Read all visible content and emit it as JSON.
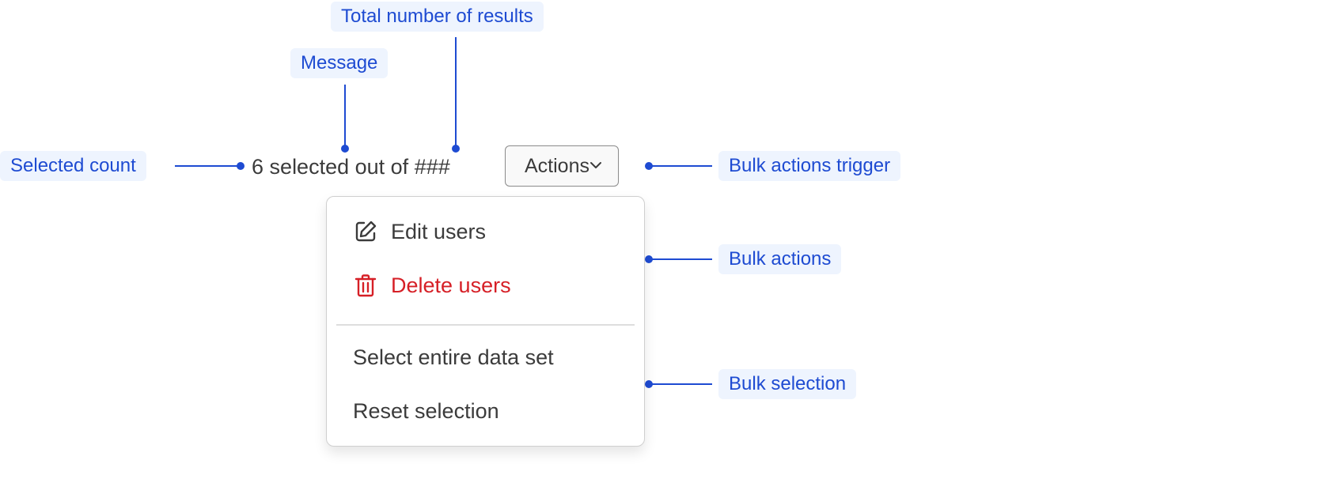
{
  "callouts": {
    "total_results": "Total number of results",
    "message": "Message",
    "selected_count": "Selected count",
    "bulk_actions_trigger": "Bulk actions trigger",
    "bulk_actions": "Bulk actions",
    "bulk_selection": "Bulk selection"
  },
  "summary": {
    "count": "6",
    "message": "selected out of",
    "total": "###"
  },
  "trigger": {
    "label": "Actions",
    "icon": "chevron-down-icon"
  },
  "menu": {
    "actions": [
      {
        "label": "Edit users",
        "icon": "edit-icon"
      },
      {
        "label": "Delete users",
        "icon": "trash-icon",
        "color": "#d61f26"
      }
    ],
    "selection": [
      {
        "label": "Select entire data set"
      },
      {
        "label": "Reset selection"
      }
    ]
  },
  "colors": {
    "annotation": "#1e4bd2",
    "annotation_bg": "#eef4fe",
    "danger": "#d61f26",
    "text": "#3b3b3b"
  }
}
